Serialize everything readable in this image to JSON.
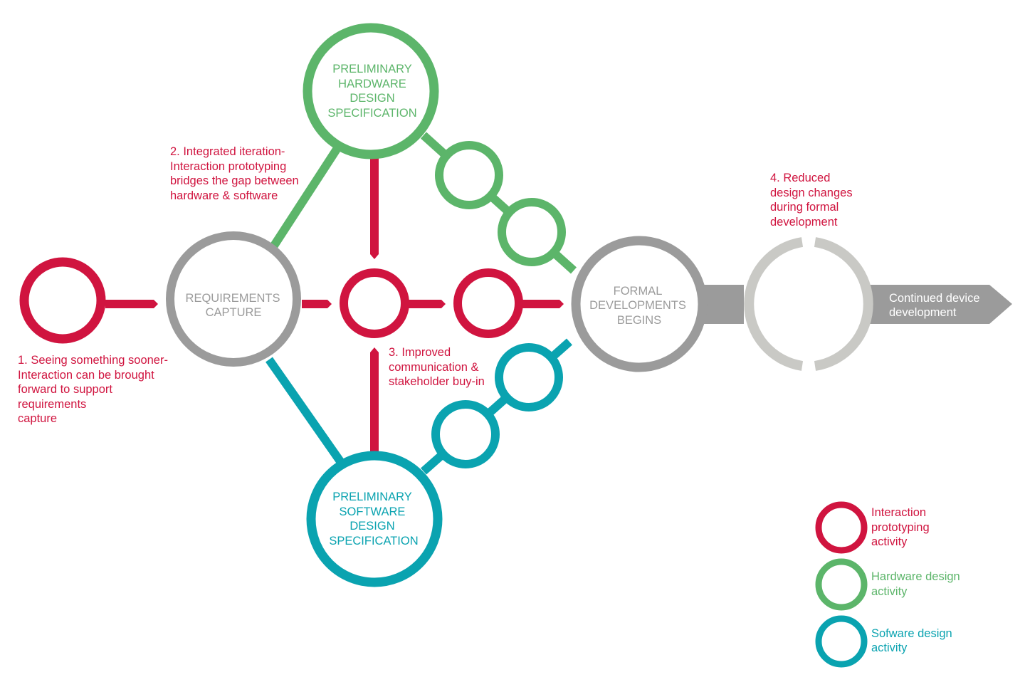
{
  "colors": {
    "interaction": "#d0143f",
    "hardware": "#5cb56a",
    "software": "#0aa3b0",
    "gray": "#9b9b9b",
    "light_gray": "#c9c9c5"
  },
  "nodes": {
    "requirements": [
      "REQUIREMENTS",
      "CAPTURE"
    ],
    "hardware": [
      "PRELIMINARY",
      "HARDWARE",
      "DESIGN",
      "SPECIFICATION"
    ],
    "software": [
      "PRELIMINARY",
      "SOFTWARE",
      "DESIGN",
      "SPECIFICATION"
    ],
    "formal": [
      "FORMAL",
      "DEVELOPMENTS",
      "BEGINS"
    ],
    "continued": [
      "Continued device",
      "development"
    ]
  },
  "annotations": {
    "a1": [
      "1. Seeing something sooner-",
      "Interaction can be brought",
      "forward to support",
      "requirements",
      "capture"
    ],
    "a2": [
      "2. Integrated iteration-",
      "Interaction prototyping",
      "bridges the gap between",
      "hardware & software"
    ],
    "a3": [
      "3. Improved",
      "communication &",
      "stakeholder buy-in"
    ],
    "a4": [
      "4. Reduced",
      "design changes",
      "during formal",
      "development"
    ]
  },
  "legend": [
    {
      "lines": [
        "Interaction",
        "prototyping",
        "activity"
      ]
    },
    {
      "lines": [
        "Hardware design",
        "activity"
      ]
    },
    {
      "lines": [
        "Sofware design",
        "activity"
      ]
    }
  ]
}
